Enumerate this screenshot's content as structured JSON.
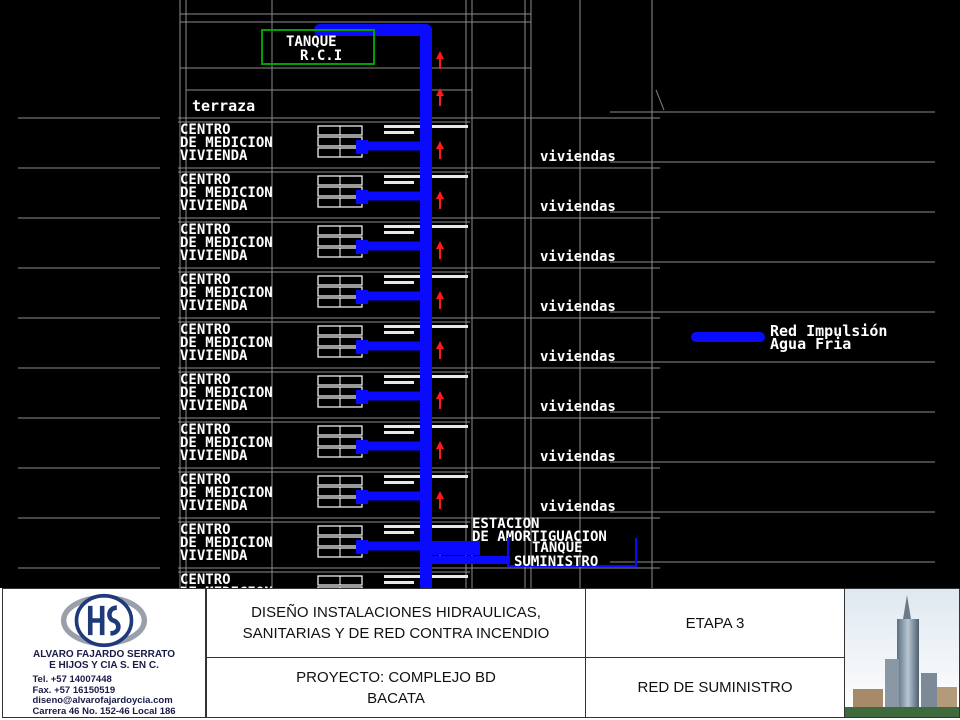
{
  "diagram": {
    "tank_top_label": [
      "TANQUE",
      "R.C.I"
    ],
    "terrace_label": "terraza",
    "floor_label_lines": [
      "CENTRO",
      "DE MEDICION",
      "VIVIENDA"
    ],
    "floor_labels_right": [
      "viviendas",
      "viviendas",
      "viviendas",
      "viviendas",
      "viviendas",
      "viviendas",
      "viviendas",
      "viviendas"
    ],
    "impulsion_label": [
      "Red Impulsión",
      "Agua Fria"
    ],
    "station_label": [
      "ESTACION",
      "DE AMORTIGUACION"
    ],
    "supply_tank_label": [
      "TANQUE",
      "SUMINISTRO"
    ],
    "colors": {
      "pipe": "#0a0aff",
      "arrow": "#ff1a1a",
      "tank_label": "#00a000",
      "lines": "#8c8c8c",
      "text": "#ffffff"
    }
  },
  "title_block": {
    "company": {
      "name_line1": "ALVARO FAJARDO SERRATO",
      "name_line2": "E HIJOS Y CIA S. EN C.",
      "tel": "Tel. +57 14007448",
      "fax": "Fax. +57 16150519",
      "email": "diseno@alvarofajardoycia.com",
      "address": "Carrera 46 No. 152-46 Local 186"
    },
    "description_line1": "DISEÑO INSTALACIONES HIDRAULICAS,",
    "description_line2": "SANITARIAS Y DE RED CONTRA INCENDIO",
    "stage": "ETAPA 3",
    "project_line1": "PROYECTO: COMPLEJO BD",
    "project_line2": "BACATA",
    "sheet": "RED DE SUMINISTRO"
  }
}
